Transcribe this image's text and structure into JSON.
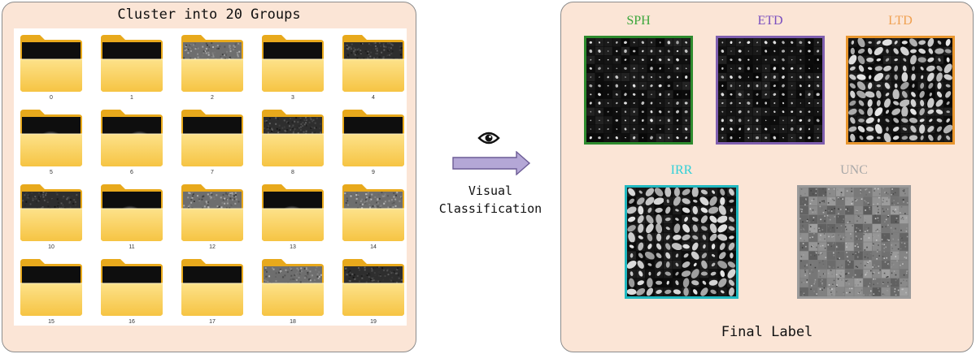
{
  "left_panel": {
    "title": "Cluster into 20 Groups",
    "folders": [
      {
        "label": "0",
        "preview": "dark-blob"
      },
      {
        "label": "1",
        "preview": "dark-blob"
      },
      {
        "label": "2",
        "preview": "noise"
      },
      {
        "label": "3",
        "preview": "dark"
      },
      {
        "label": "4",
        "preview": "noise-dark"
      },
      {
        "label": "5",
        "preview": "dark-glow"
      },
      {
        "label": "6",
        "preview": "dark-glow"
      },
      {
        "label": "7",
        "preview": "dark-blob"
      },
      {
        "label": "8",
        "preview": "noise-dark"
      },
      {
        "label": "9",
        "preview": "dark"
      },
      {
        "label": "10",
        "preview": "noise-dark"
      },
      {
        "label": "11",
        "preview": "dark-glow"
      },
      {
        "label": "12",
        "preview": "noise"
      },
      {
        "label": "13",
        "preview": "dark-glow"
      },
      {
        "label": "14",
        "preview": "noise"
      },
      {
        "label": "15",
        "preview": "dark-blob"
      },
      {
        "label": "16",
        "preview": "dark-blob"
      },
      {
        "label": "17",
        "preview": "dark-blob"
      },
      {
        "label": "18",
        "preview": "noise"
      },
      {
        "label": "19",
        "preview": "noise-dark"
      }
    ]
  },
  "arrow": {
    "icon": "eye-icon",
    "line1": "Visual",
    "line2": "Classification",
    "color": "#b4a7d6"
  },
  "right_panel": {
    "final_label": "Final Label",
    "classes": [
      {
        "name": "SPH",
        "color": "#3aa63a",
        "border": "#2e8b2e",
        "style": "sparse"
      },
      {
        "name": "ETD",
        "color": "#7a4fbf",
        "border": "#7f5fb0",
        "style": "sparse"
      },
      {
        "name": "LTD",
        "color": "#f0a050",
        "border": "#e8962e",
        "style": "dense"
      },
      {
        "name": "IRR",
        "color": "#30d0d8",
        "border": "#20b8c0",
        "style": "dense"
      },
      {
        "name": "UNC",
        "color": "#a8a8a8",
        "border": "#9a9a9a",
        "style": "noise"
      }
    ]
  },
  "colors": {
    "panel_bg": "#fbe5d6",
    "folder_back": "#e8a91c",
    "folder_front": "#fcd55c"
  }
}
